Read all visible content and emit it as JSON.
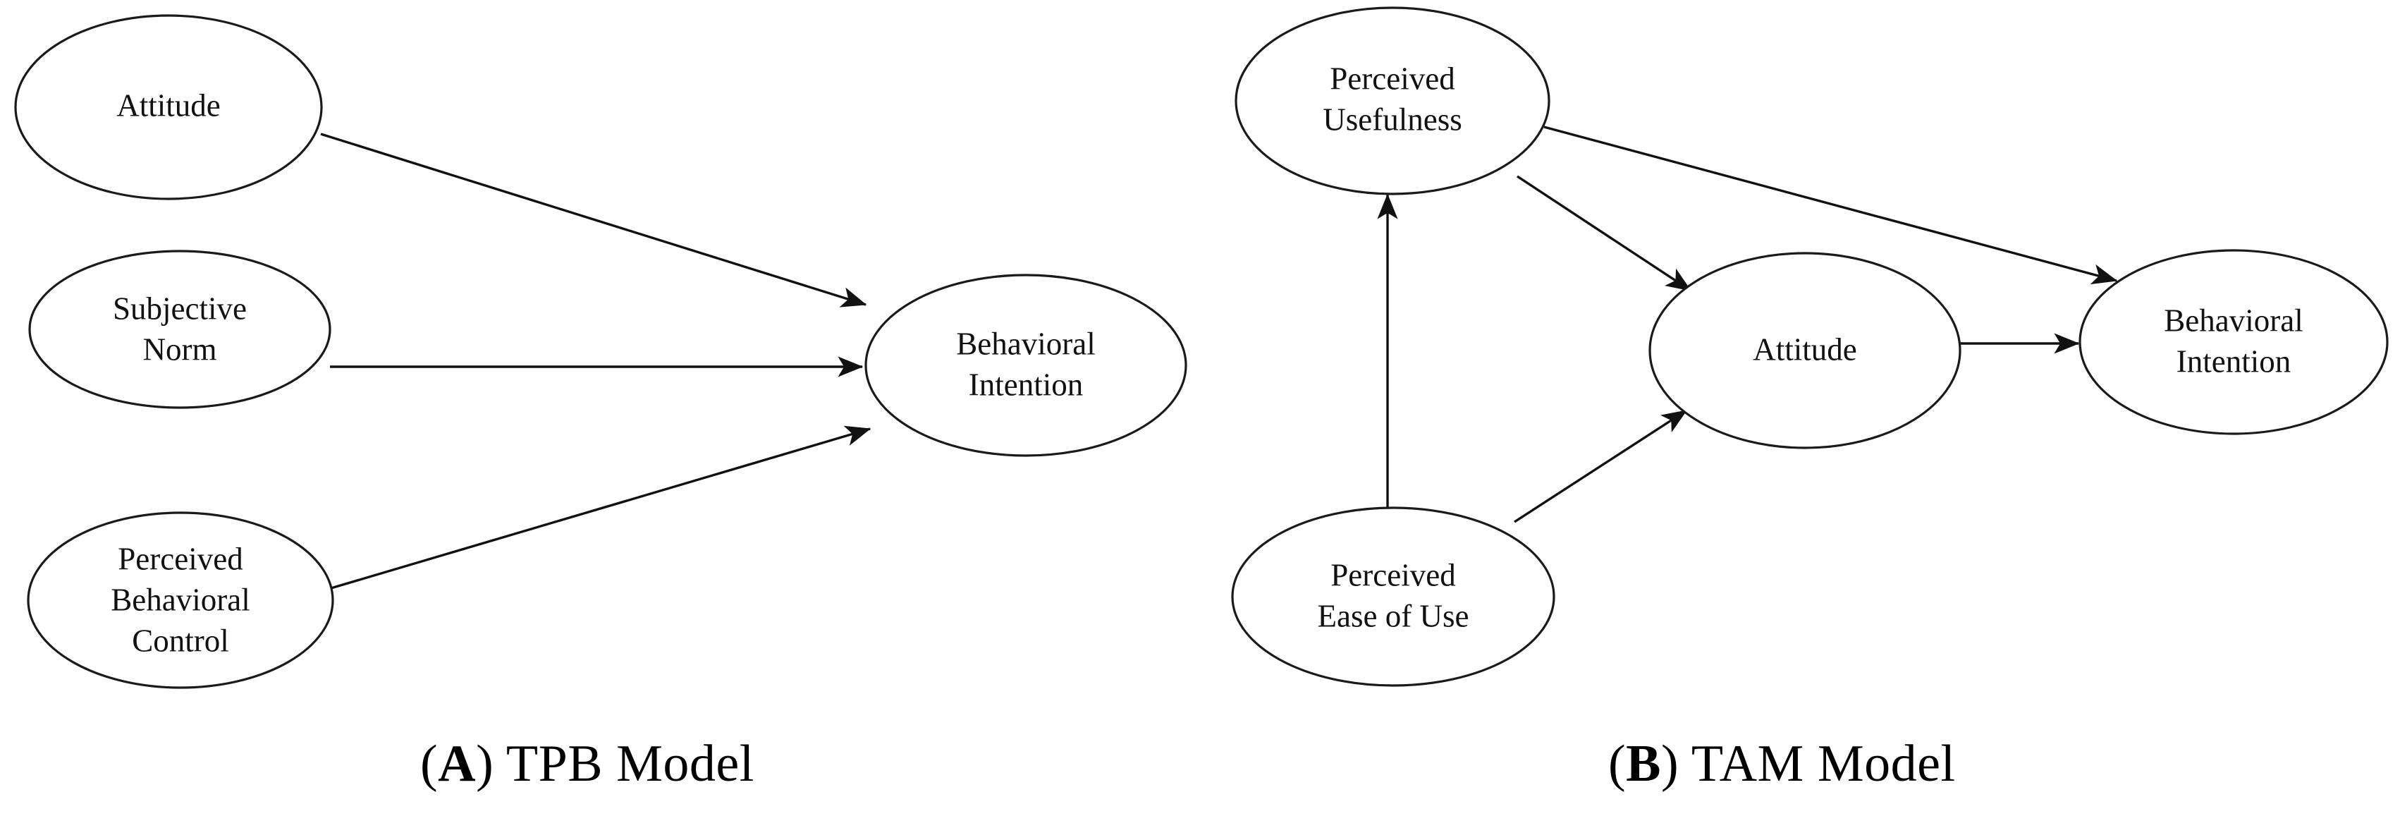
{
  "figure": {
    "panels": [
      {
        "id": "tpb",
        "caption_prefix": "(",
        "caption_tag": "A",
        "caption_suffix": ") TPB Model",
        "caption_full": "(A) TPB Model",
        "nodes": [
          {
            "id": "tpb-attitude",
            "label_line1": "Attitude",
            "label_line2": "",
            "label_line3": ""
          },
          {
            "id": "tpb-subjnorm",
            "label_line1": "Subjective",
            "label_line2": "Norm",
            "label_line3": ""
          },
          {
            "id": "tpb-pbc",
            "label_line1": "Perceived",
            "label_line2": "Behavioral",
            "label_line3": "Control"
          },
          {
            "id": "tpb-bi",
            "label_line1": "Behavioral",
            "label_line2": "Intention",
            "label_line3": ""
          }
        ],
        "edges": [
          {
            "from": "tpb-attitude",
            "to": "tpb-bi",
            "arrow": true
          },
          {
            "from": "tpb-subjnorm",
            "to": "tpb-bi",
            "arrow": true
          },
          {
            "from": "tpb-pbc",
            "to": "tpb-bi",
            "arrow": true
          }
        ]
      },
      {
        "id": "tam",
        "caption_prefix": "(",
        "caption_tag": "B",
        "caption_suffix": ") TAM Model",
        "caption_full": "(B) TAM Model",
        "nodes": [
          {
            "id": "tam-pu",
            "label_line1": "Perceived",
            "label_line2": "Usefulness",
            "label_line3": ""
          },
          {
            "id": "tam-peou",
            "label_line1": "Perceived",
            "label_line2": "Ease of Use",
            "label_line3": ""
          },
          {
            "id": "tam-attitude",
            "label_line1": "Attitude",
            "label_line2": "",
            "label_line3": ""
          },
          {
            "id": "tam-bi",
            "label_line1": "Behavioral",
            "label_line2": "Intention",
            "label_line3": ""
          }
        ],
        "edges": [
          {
            "from": "tam-pu",
            "to": "tam-bi",
            "arrow": true
          },
          {
            "from": "tam-pu",
            "to": "tam-attitude",
            "arrow": true
          },
          {
            "from": "tam-peou",
            "to": "tam-pu",
            "arrow": true
          },
          {
            "from": "tam-peou",
            "to": "tam-attitude",
            "arrow": true
          },
          {
            "from": "tam-attitude",
            "to": "tam-bi",
            "arrow": true
          }
        ]
      }
    ],
    "colors": {
      "background": "#ffffff",
      "stroke": "#111111",
      "text": "#111111",
      "node_fill": "#ffffff"
    }
  }
}
